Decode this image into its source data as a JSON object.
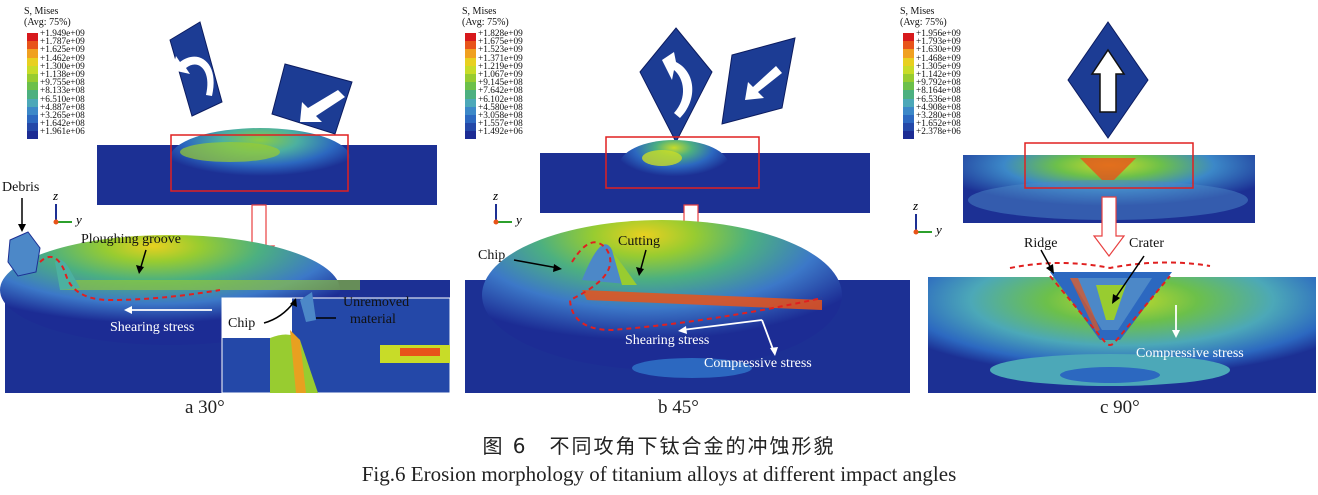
{
  "legend_title_line1": "S, Mises",
  "legend_title_line2": "(Avg: 75%)",
  "legend_colors": [
    "#d7191c",
    "#e8541a",
    "#f0a020",
    "#e8d020",
    "#c8dc28",
    "#98cc30",
    "#6cc04a",
    "#4cb080",
    "#4ca8b8",
    "#3c88c8",
    "#2c68c0",
    "#2448a8",
    "#1c2c94"
  ],
  "panels": [
    {
      "id": "a",
      "legend_values": [
        "+1.949e+09",
        "+1.787e+09",
        "+1.625e+09",
        "+1.462e+09",
        "+1.300e+09",
        "+1.138e+09",
        "+9.755e+08",
        "+8.133e+08",
        "+6.510e+08",
        "+4.887e+08",
        "+3.265e+08",
        "+1.642e+08",
        "+1.961e+06"
      ],
      "labels": {
        "debris": "Debris",
        "ploughing": "Ploughing groove",
        "shearing": "Shearing stress",
        "chip": "Chip",
        "unremoved1": "Unremoved",
        "unremoved2": "material"
      },
      "sub_label": "a  30°"
    },
    {
      "id": "b",
      "legend_values": [
        "+1.828e+09",
        "+1.675e+09",
        "+1.523e+09",
        "+1.371e+09",
        "+1.219e+09",
        "+1.067e+09",
        "+9.145e+08",
        "+7.642e+08",
        "+6.102e+08",
        "+4.580e+08",
        "+3.058e+08",
        "+1.557e+08",
        "+1.492e+06"
      ],
      "labels": {
        "chip": "Chip",
        "cutting": "Cutting",
        "shearing": "Shearing stress",
        "compressive": "Compressive stress"
      },
      "sub_label": "b  45°"
    },
    {
      "id": "c",
      "legend_values": [
        "+1.956e+09",
        "+1.793e+09",
        "+1.630e+09",
        "+1.468e+09",
        "+1.305e+09",
        "+1.142e+09",
        "+9.792e+08",
        "+8.164e+08",
        "+6.536e+08",
        "+4.908e+08",
        "+3.280e+08",
        "+1.652e+08",
        "+2.378e+06"
      ],
      "labels": {
        "ridge": "Ridge",
        "crater": "Crater",
        "compressive": "Compressive stress"
      },
      "sub_label": "c  90°"
    }
  ],
  "axis": {
    "z": "z",
    "y": "y"
  },
  "caption_zh": "图 6　不同攻角下钛合金的冲蚀形貌",
  "caption_en": "Fig.6 Erosion morphology of titanium alloys at different impact angles"
}
